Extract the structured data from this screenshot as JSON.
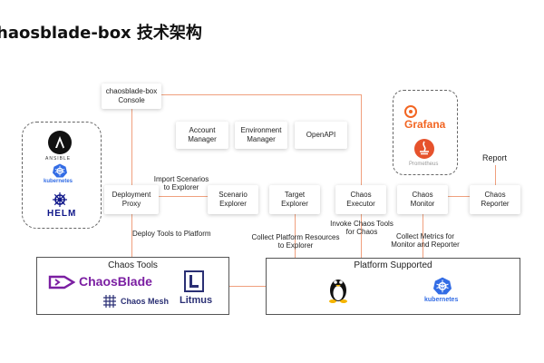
{
  "page_title": "haosblade-box 技术架构",
  "colors": {
    "connector": "#f0a07e",
    "box_border": "#555555",
    "grafana": "#f26522",
    "prometheus": "#e6522c",
    "k8s": "#326ce5",
    "chaosblade": "#7b1fa2",
    "litmus": "#2a2f74"
  },
  "nodes": {
    "console": "chaosblade-box Console",
    "account_manager": "Account Manager",
    "environment_manager": "Environment Manager",
    "openapi": "OpenAPI",
    "deployment_proxy": "Deployment Proxy",
    "scenario_explorer": "Scenario Explorer",
    "target_explorer": "Target Explorer",
    "chaos_executor": "Chaos Executor",
    "chaos_monitor": "Chaos Monitor",
    "chaos_reporter": "Chaos Reporter"
  },
  "labels": {
    "report": "Report",
    "import_scenarios": "Import Scenarios to Explorer",
    "deploy_tools": "Deploy Tools to Platform",
    "collect_platform": "Collect Platform Resources to Explorer",
    "invoke_chaos": "Invoke Chaos Tools for Chaos",
    "collect_metrics": "Collect Metrics for Monitor and Reporter"
  },
  "tools_box": {
    "title": "Chaos Tools",
    "chaosblade": "ChaosBlade",
    "chaos_mesh": "Chaos Mesh",
    "litmus": "Litmus"
  },
  "platform_box": {
    "title": "Platform Supported",
    "kubernetes": "kubernetes"
  },
  "deploy_tools_logos": {
    "ansible": "ANSIBLE",
    "kubernetes": "kubernetes",
    "helm": "HELM"
  },
  "monitor_logos": {
    "grafana": "Grafana",
    "prometheus": "Prometheus"
  },
  "icons": [
    "ansible-icon",
    "kubernetes-icon",
    "helm-icon",
    "grafana-icon",
    "prometheus-icon",
    "chaosblade-icon",
    "chaos-mesh-icon",
    "litmus-icon",
    "linux-tux-icon"
  ]
}
